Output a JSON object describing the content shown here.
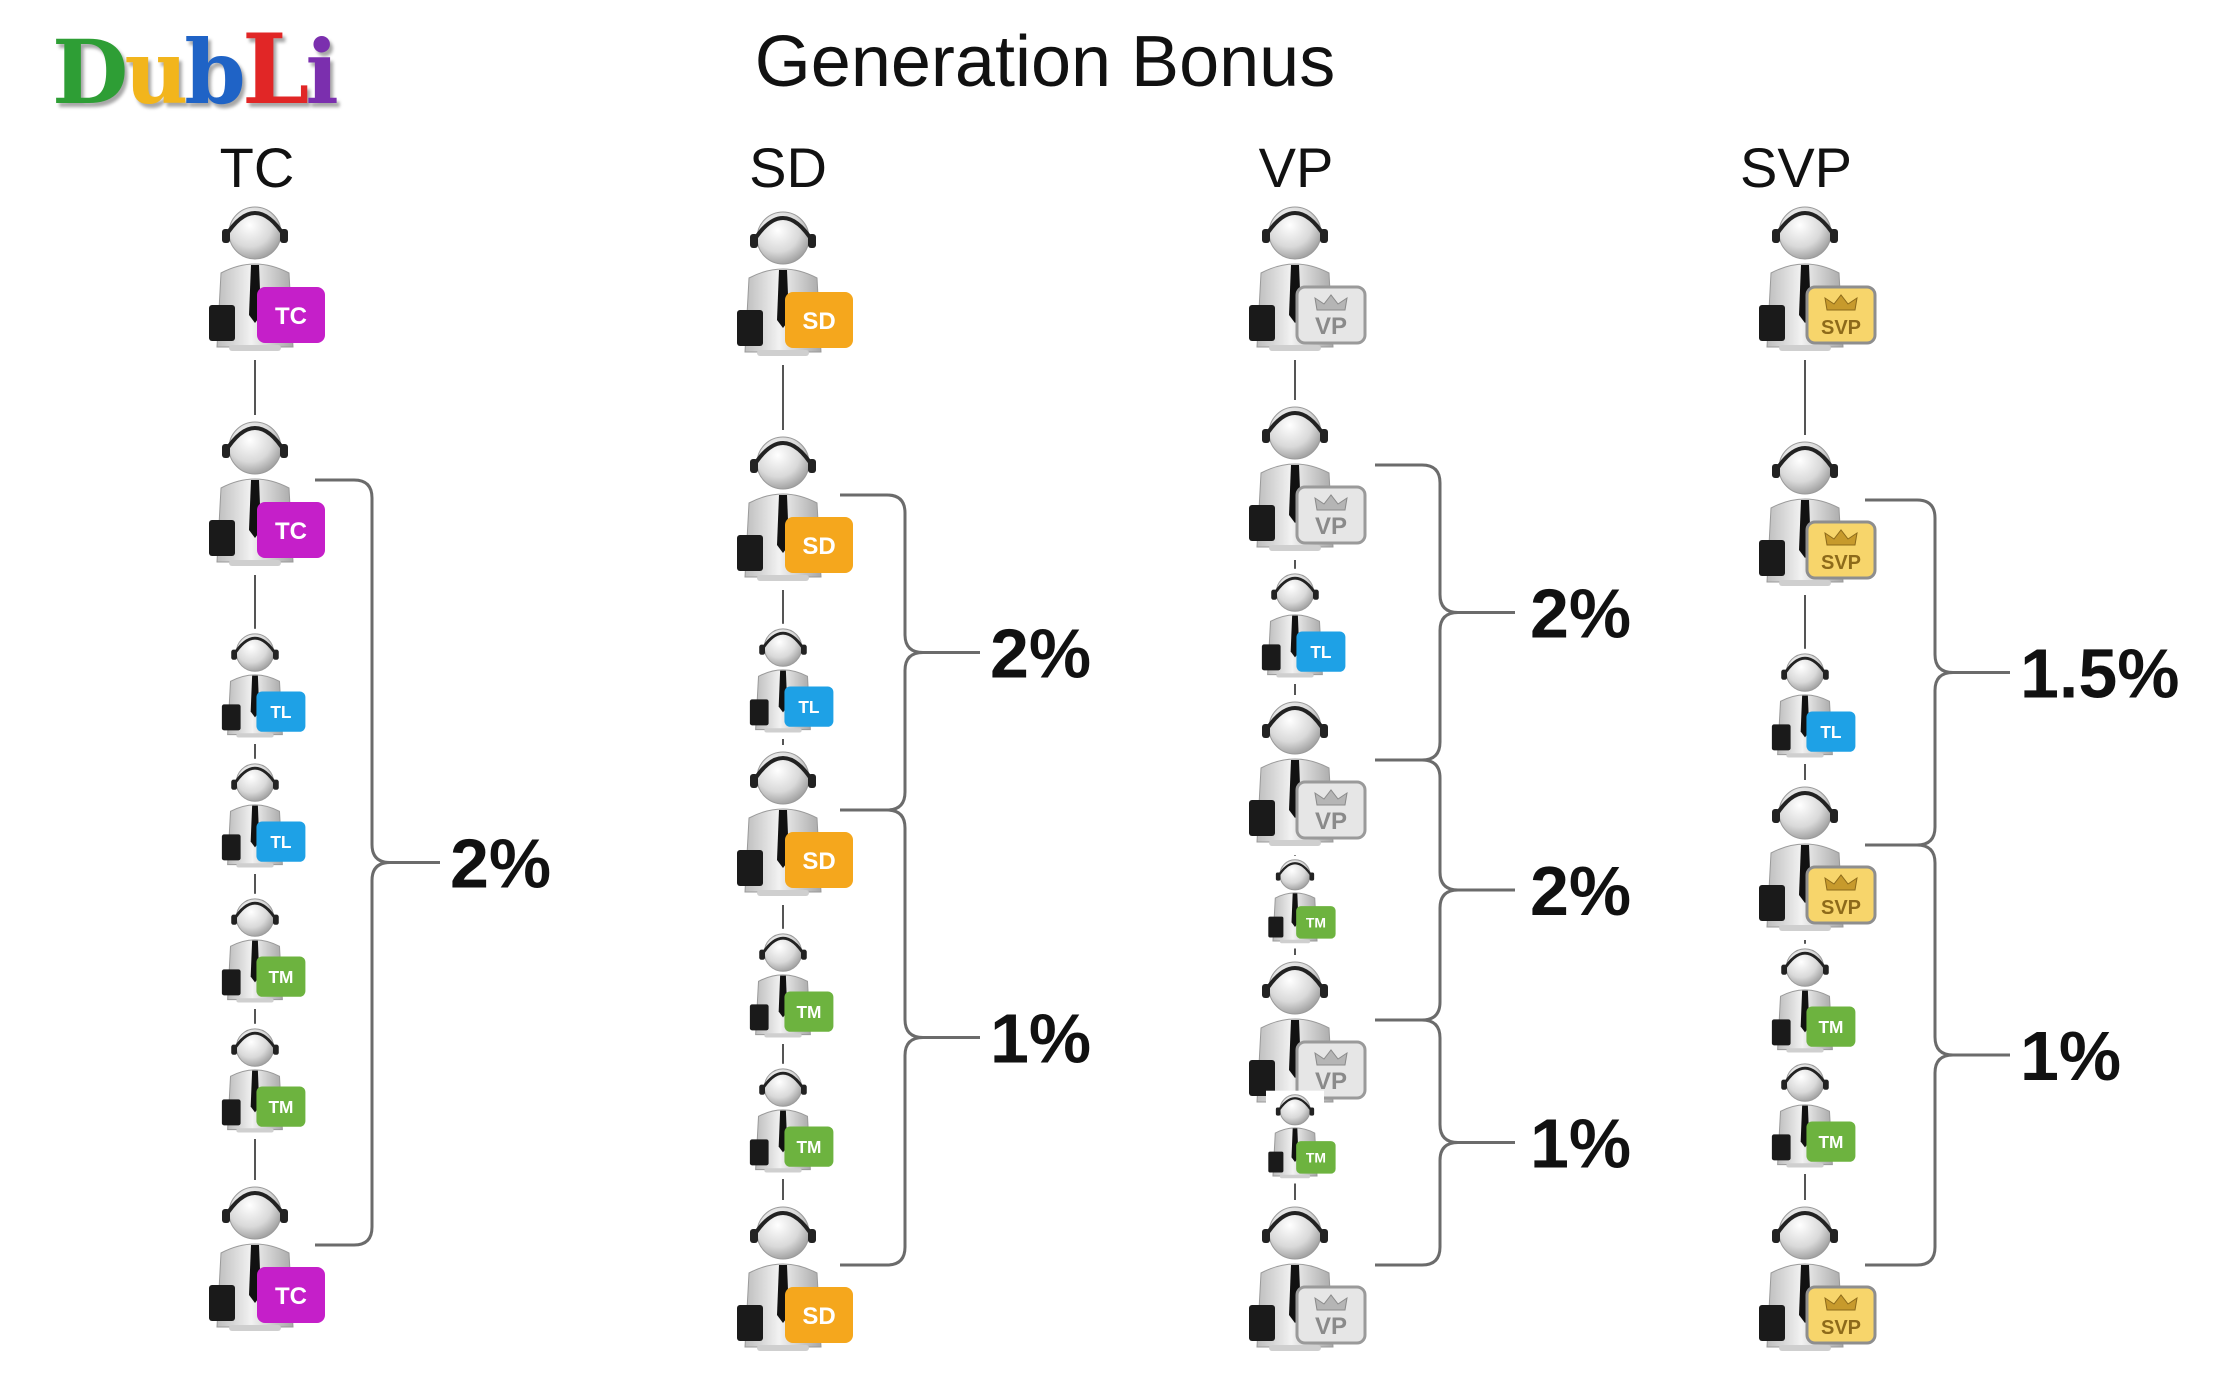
{
  "logo": {
    "letters": [
      "D",
      "u",
      "b",
      "L",
      "i"
    ]
  },
  "title": "Generation Bonus",
  "colors": {
    "TC": "#c51fc9",
    "SD": "#f5a71d",
    "TL": "#1ea1e6",
    "TM": "#6db33f",
    "VP": "#e6e6e6",
    "SVP": "#f7d56b"
  },
  "columns": [
    {
      "label": "TC",
      "nodes": [
        "TC",
        "TC",
        "TL",
        "TL",
        "TM",
        "TM",
        "TC"
      ],
      "brackets": [
        {
          "pct": "2%"
        }
      ]
    },
    {
      "label": "SD",
      "nodes": [
        "SD",
        "SD",
        "TL",
        "SD",
        "TM",
        "TM",
        "SD"
      ],
      "brackets": [
        {
          "pct": "2%"
        },
        {
          "pct": "1%"
        }
      ]
    },
    {
      "label": "VP",
      "nodes": [
        "VP",
        "VP",
        "TL",
        "VP",
        "TM",
        "VP",
        "TM",
        "VP"
      ],
      "brackets": [
        {
          "pct": "2%"
        },
        {
          "pct": "2%"
        },
        {
          "pct": "1%"
        }
      ]
    },
    {
      "label": "SVP",
      "nodes": [
        "SVP",
        "SVP",
        "TL",
        "SVP",
        "TM",
        "TM",
        "SVP"
      ],
      "brackets": [
        {
          "pct": "1.5%"
        },
        {
          "pct": "1%"
        }
      ]
    }
  ]
}
